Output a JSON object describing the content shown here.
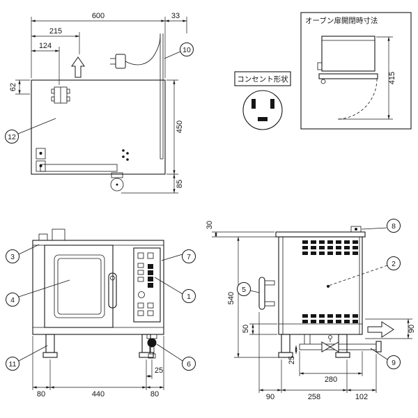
{
  "drawing": {
    "background": "#ffffff",
    "stroke_color": "#151515"
  },
  "top_view": {
    "dims": {
      "total_width": "600",
      "cord": "33",
      "d215": "215",
      "d124": "124",
      "d62": "62",
      "depth": "450",
      "caster": "85"
    },
    "callouts": {
      "n10": "10",
      "n12": "12"
    }
  },
  "outlet_detail": {
    "title": "コンセント形状"
  },
  "door_detail": {
    "title": "オーブン扉開閉時寸法",
    "dims": {
      "open_height": "415"
    }
  },
  "front_view": {
    "dims": {
      "d25": "25",
      "left80": "80",
      "center440": "440",
      "right80": "80"
    },
    "callouts": {
      "n1": "1",
      "n3": "3",
      "n4": "4",
      "n6": "6",
      "n7": "7",
      "n11": "11"
    }
  },
  "side_view": {
    "dims": {
      "d30": "30",
      "d540": "540",
      "d50": "50",
      "right90": "90",
      "d25": "25",
      "d280": "280",
      "b90": "90",
      "b258": "258",
      "b102": "102"
    },
    "callouts": {
      "n2": "2",
      "n5": "5",
      "n8": "8",
      "n9": "9"
    }
  }
}
